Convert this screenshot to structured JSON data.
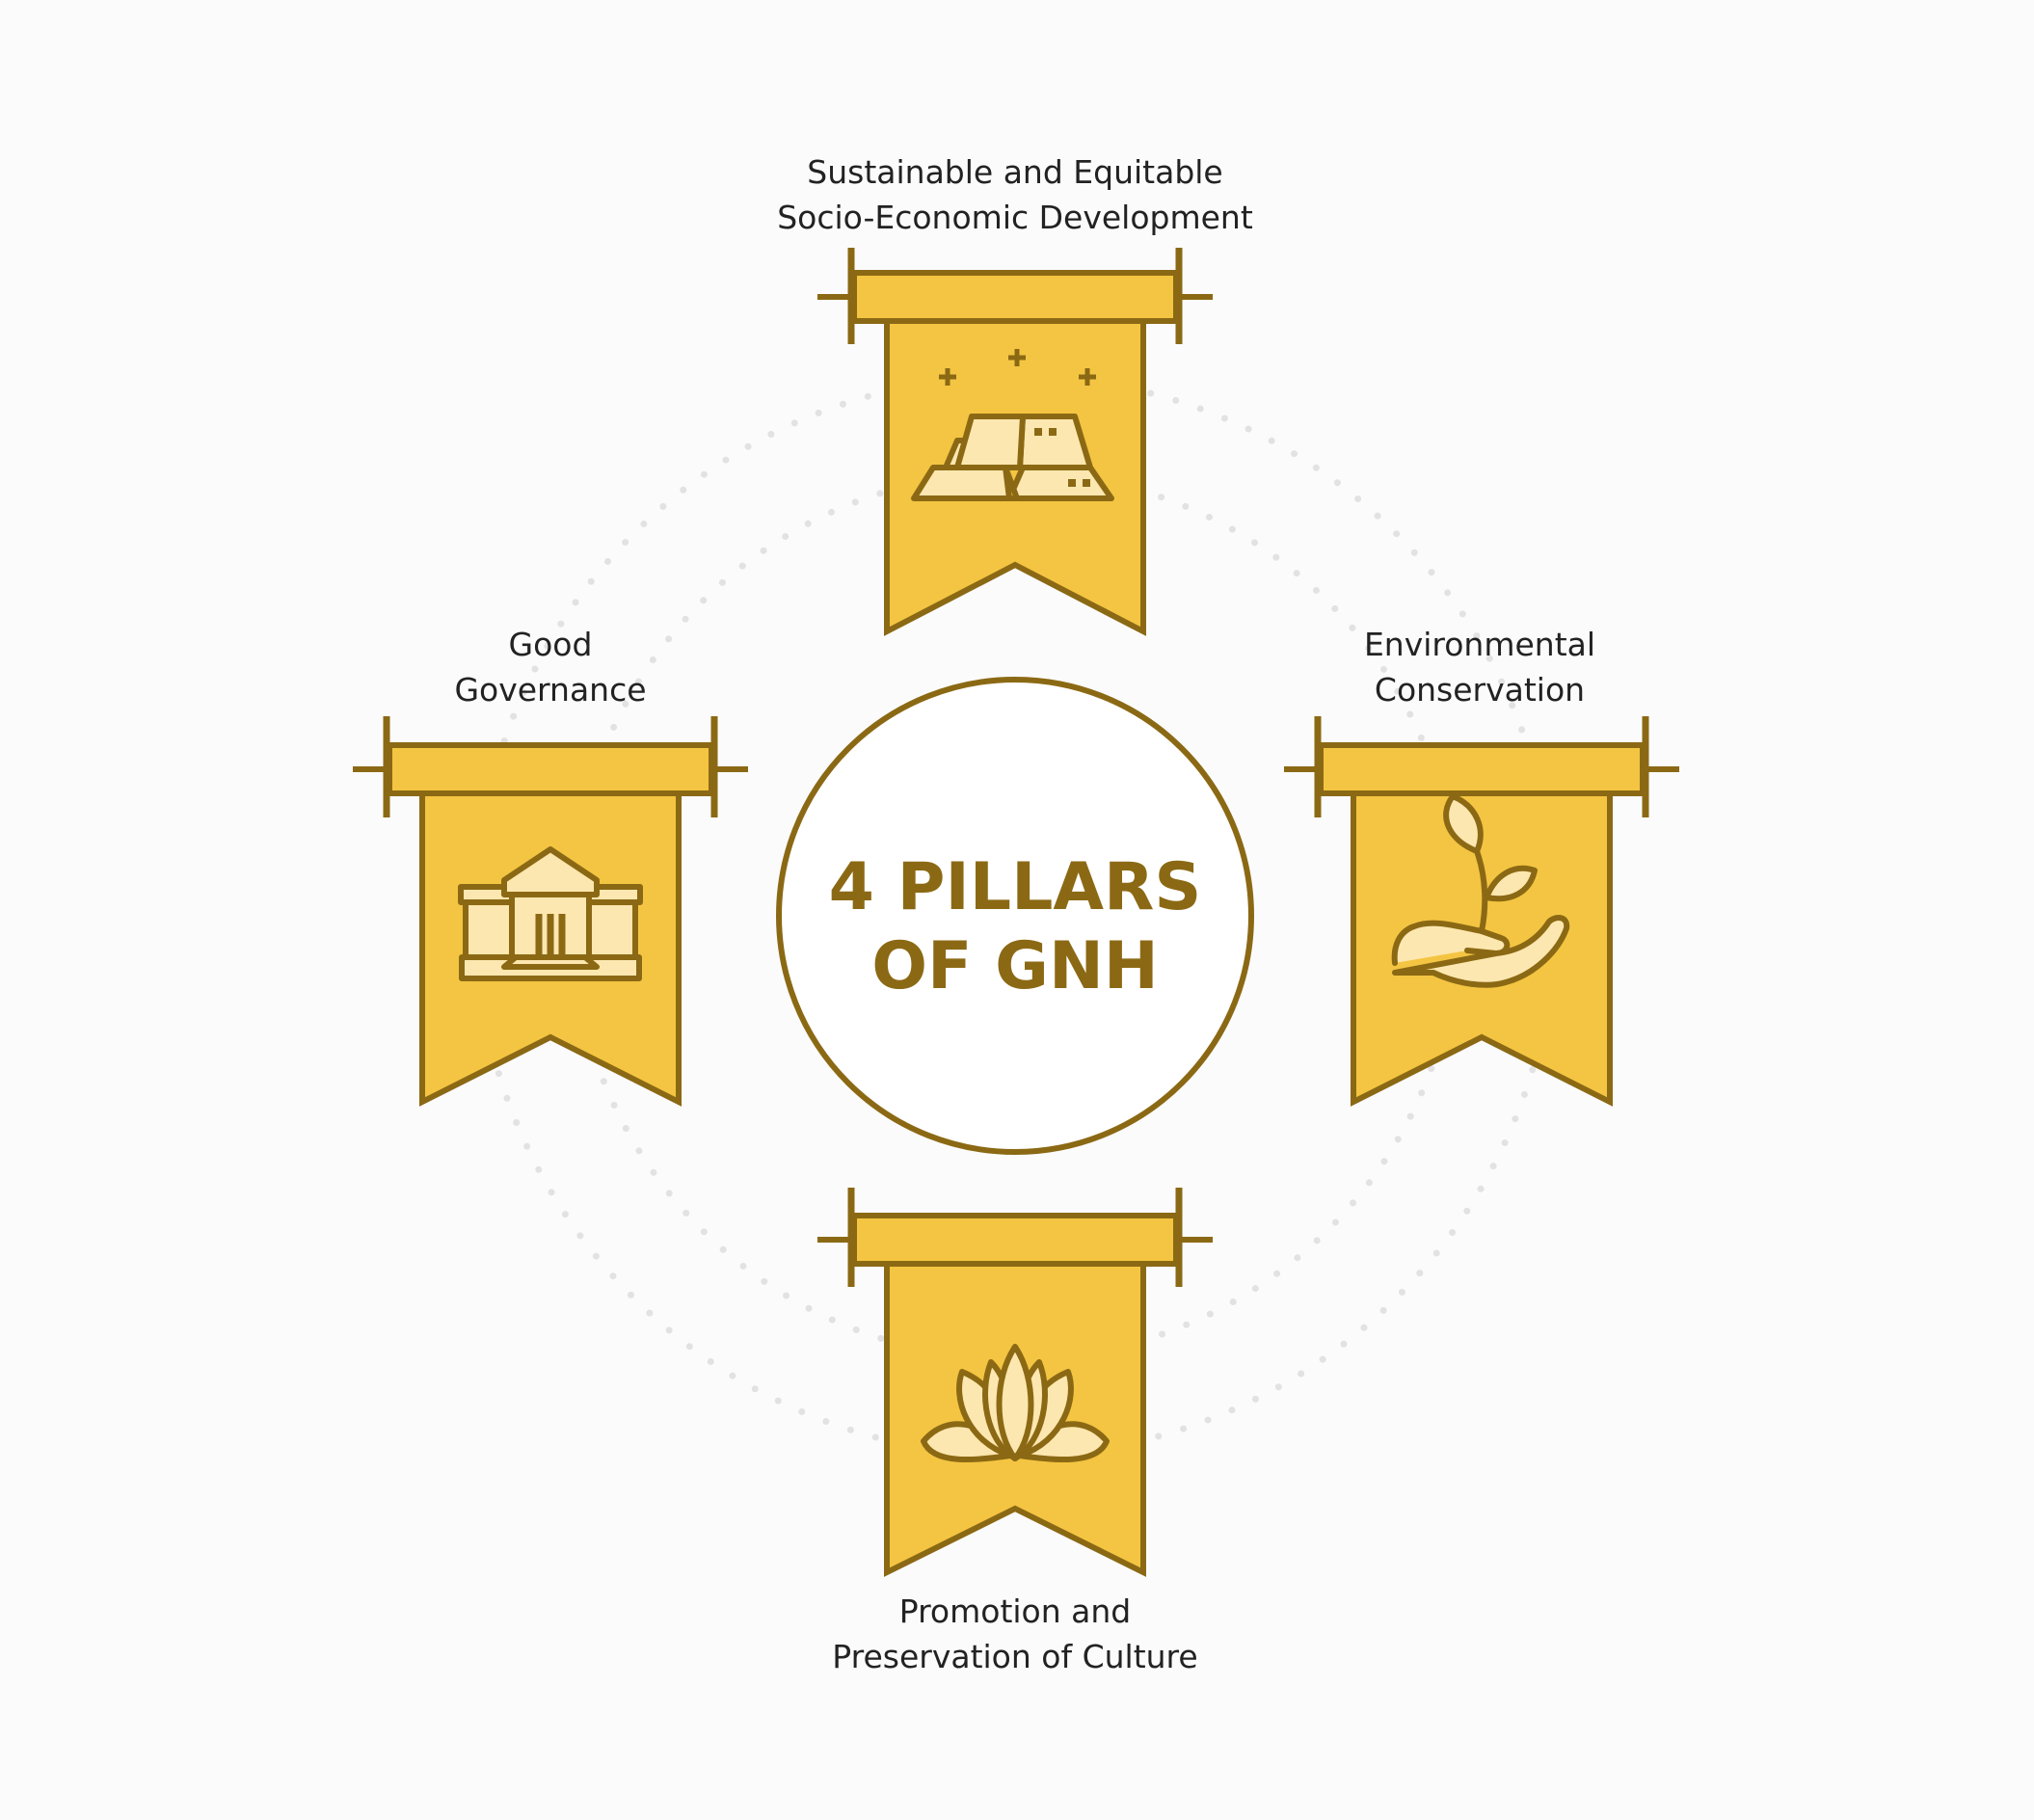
{
  "colors": {
    "background": "#fbfbfb",
    "banner_fill": "#f4c542",
    "outline": "#8b6914",
    "icon_fill": "#fde7b0",
    "label_text": "#222222",
    "dots": "#e2e2e2"
  },
  "center": {
    "line1": "4 PILLARS",
    "line2": "OF GNH"
  },
  "pillars": [
    {
      "line1": "Sustainable and Equitable",
      "line2": "Socio-Economic Development",
      "icon": "gold-bars-icon"
    },
    {
      "line1": "Good",
      "line2": "Governance",
      "icon": "government-building-icon"
    },
    {
      "line1": "Environmental",
      "line2": "Conservation",
      "icon": "hand-sprout-icon"
    },
    {
      "line1": "Promotion and",
      "line2": "Preservation of Culture",
      "icon": "lotus-icon"
    }
  ]
}
